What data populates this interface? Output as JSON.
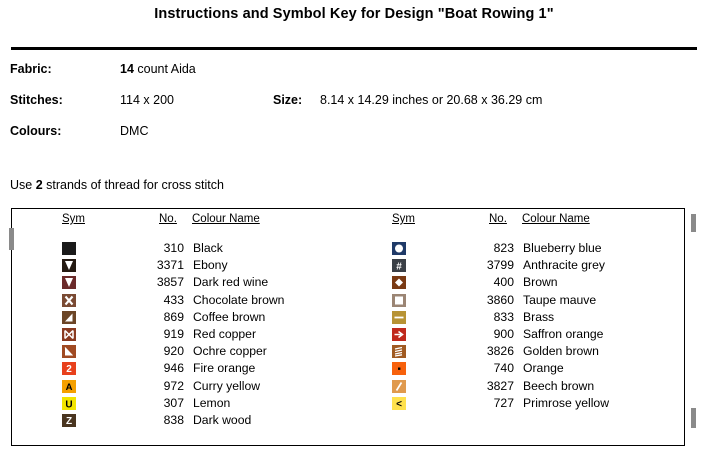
{
  "document": {
    "title": "Instructions and Symbol Key for Design \"Boat Rowing 1\""
  },
  "info": {
    "fabric_label": "Fabric:",
    "fabric_count": "14",
    "fabric_value": " count Aida",
    "stitches_label": "Stitches:",
    "stitches_value": "114 x 200",
    "size_label": "Size:",
    "size_value": "8.14 x 14.29 inches or 20.68 x 36.29 cm",
    "colours_label": "Colours:",
    "colours_value": "DMC",
    "strands_prefix": "Use ",
    "strands_count": "2",
    "strands_suffix": " strands of thread for cross stitch"
  },
  "key_table": {
    "headers": {
      "sym": "Sym",
      "no": "No.",
      "name": "Colour Name"
    },
    "left_column": [
      {
        "symbol": "filled-square",
        "bg": "#1a1a1a",
        "fg": "#1a1a1a",
        "no": "310",
        "name": "Black"
      },
      {
        "symbol": "triangle-down",
        "bg": "#241a12",
        "fg": "#ffffff",
        "no": "3371",
        "name": "Ebony"
      },
      {
        "symbol": "triangle-down",
        "bg": "#6b2a2a",
        "fg": "#ffffff",
        "no": "3857",
        "name": "Dark red wine"
      },
      {
        "symbol": "letter-x",
        "bg": "#7a4a33",
        "fg": "#ffffff",
        "no": "433",
        "name": "Chocolate brown"
      },
      {
        "symbol": "half-triangle",
        "bg": "#6b4526",
        "fg": "#ffffff",
        "no": "869",
        "name": "Coffee brown"
      },
      {
        "symbol": "letter-m",
        "bg": "#8a3a20",
        "fg": "#ffffff",
        "no": "919",
        "name": "Red copper"
      },
      {
        "symbol": "corner-triangle",
        "bg": "#a04a22",
        "fg": "#ffffff",
        "no": "920",
        "name": "Ochre copper"
      },
      {
        "symbol": "digit-2",
        "bg": "#e8401c",
        "fg": "#ffffff",
        "no": "946",
        "name": "Fire orange"
      },
      {
        "symbol": "letter-a",
        "bg": "#f5a000",
        "fg": "#000000",
        "no": "972",
        "name": "Curry yellow"
      },
      {
        "symbol": "letter-u",
        "bg": "#f2e400",
        "fg": "#000000",
        "no": "307",
        "name": "Lemon"
      },
      {
        "symbol": "letter-z",
        "bg": "#4a3520",
        "fg": "#ffffff",
        "no": "838",
        "name": "Dark wood"
      }
    ],
    "right_column": [
      {
        "symbol": "circle",
        "bg": "#1f3a68",
        "fg": "#ffffff",
        "no": "823",
        "name": "Blueberry blue"
      },
      {
        "symbol": "hash",
        "bg": "#3a3f46",
        "fg": "#ffffff",
        "no": "3799",
        "name": "Anthracite grey"
      },
      {
        "symbol": "diamond",
        "bg": "#7a3a14",
        "fg": "#ffffff",
        "no": "400",
        "name": "Brown"
      },
      {
        "symbol": "square-outline",
        "bg": "#9b8574",
        "fg": "#ffffff",
        "no": "3860",
        "name": "Taupe mauve"
      },
      {
        "symbol": "dash",
        "bg": "#b79334",
        "fg": "#ffffff",
        "no": "833",
        "name": "Brass"
      },
      {
        "symbol": "arrow-right",
        "bg": "#c0291c",
        "fg": "#ffffff",
        "no": "900",
        "name": "Saffron orange"
      },
      {
        "symbol": "waves",
        "bg": "#a05a22",
        "fg": "#ffffff",
        "no": "3826",
        "name": "Golden brown"
      },
      {
        "symbol": "dot",
        "bg": "#f7610c",
        "fg": "#000000",
        "no": "740",
        "name": "Orange"
      },
      {
        "symbol": "slash",
        "bg": "#e09a4e",
        "fg": "#ffffff",
        "no": "3827",
        "name": "Beech brown"
      },
      {
        "symbol": "less-than",
        "bg": "#ffe14d",
        "fg": "#000000",
        "no": "727",
        "name": "Primrose yellow"
      }
    ]
  }
}
